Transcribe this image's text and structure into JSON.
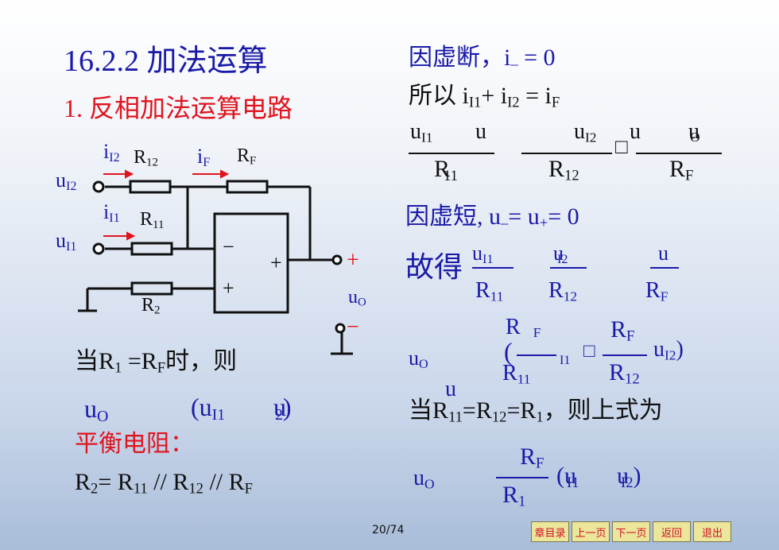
{
  "title": "16.2.2 加法运算",
  "subtitle": "1. 反相加法运算电路",
  "circuit": {
    "i_I2": "i",
    "i_I2_sub": "I2",
    "R12": "R",
    "R12_sub": "12",
    "i_F": "i",
    "i_F_sub": "F",
    "RF": "R",
    "RF_sub": "F",
    "u_I2": "u",
    "u_I2_sub": "I2",
    "i_I1": "i",
    "i_I1_sub": "I1",
    "R11": "R",
    "R11_sub": "11",
    "u_I1": "u",
    "u_I1_sub": "I1",
    "minus": "−",
    "plus": "+",
    "amp_out": "+",
    "R2": "R",
    "R2_sub": "2",
    "out_plus": "+",
    "out_minus": "−",
    "u_O": "u",
    "u_O_sub": "O"
  },
  "left": {
    "cond_pre": "当R",
    "cond_sub1": "1",
    "cond_mid": " =R",
    "cond_sub2": "F",
    "cond_post": "时，则",
    "uo": "u",
    "uo_sub": "O",
    "paren": "(u",
    "paren_sub": "I1",
    "u2": "u",
    "u2_sub": "2",
    "close": ")",
    "balance": "平衡电阻：",
    "r2_text": "R",
    "r2_sub": "2",
    "r2_rest": "= R",
    "r11_sub": "11",
    "par1": " // R",
    "r12_sub": "12",
    "par2": " // R",
    "rf_sub": "F"
  },
  "right": {
    "line1": "因虚断，i",
    "line1_sub": "–",
    "line1_end": " = 0",
    "line2": "所以  i",
    "line2_sub1": "I1",
    "line2_mid": "+ i",
    "line2_sub2": "I2",
    "line2_eq": " = i",
    "line2_sub3": "F",
    "eq1": {
      "n1": "u",
      "n1_sub": "I1",
      "n1b": "u",
      "d1": "R",
      "d1_sub": "11",
      "n2": "u",
      "n2_sub": "I2",
      "d2": "R",
      "d2_sub": "12",
      "box": "□",
      "n3": "u",
      "n3b": "u",
      "n3b_sub": "O",
      "d3": "R",
      "d3_sub": "F"
    },
    "line3": "因虚短,  u",
    "line3_sub1": "–",
    "line3_mid": "= u",
    "line3_sub2": "+",
    "line3_end": "= 0",
    "hence": "故得",
    "eq2": {
      "n1": "u",
      "n1_sub": "I1",
      "d1": "R",
      "d1_sub": "11",
      "n2": "u",
      "n2_sub": "I2",
      "d2": "R",
      "d2_sub": "12",
      "n3": "u",
      "d3": "R",
      "d3_sub": "F"
    },
    "eq3": {
      "uo": "u",
      "uo_sub": "O",
      "open": "(",
      "n1": "R",
      "n1_sub": "F",
      "d1": "R",
      "d1_sub": "11",
      "mid": "I1",
      "box": "□",
      "n2": "R",
      "n2_sub": "F",
      "d2": "R",
      "d2_sub": "12",
      "tail": "u",
      "tail_sub": "I2",
      "close": ")",
      "below": "u"
    },
    "cond2": "当R",
    "cond2_sub1": "11",
    "cond2_mid": "=R",
    "cond2_sub2": "12",
    "cond2_mid2": "=R",
    "cond2_sub3": "1",
    "cond2_end": "，则上式为",
    "eq4": {
      "uo": "u",
      "uo_sub": "O",
      "n": "R",
      "n_sub": "F",
      "d": "R",
      "d_sub": "1",
      "paren": "(u",
      "p_sub": "I1",
      "u2": "u",
      "u2_sub": "I2",
      "close": ")"
    }
  },
  "page_number": "20/74",
  "nav": [
    "章目录",
    "上一页",
    "下一页",
    "返回",
    "退出"
  ]
}
